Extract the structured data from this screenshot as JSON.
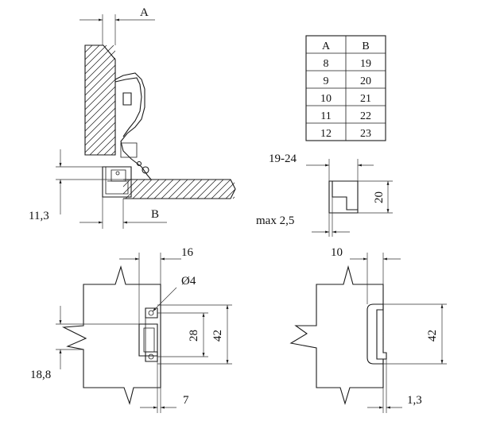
{
  "table": {
    "headers": [
      "A",
      "B"
    ],
    "rows": [
      [
        "8",
        "19"
      ],
      [
        "9",
        "20"
      ],
      [
        "10",
        "21"
      ],
      [
        "11",
        "22"
      ],
      [
        "12",
        "23"
      ]
    ]
  },
  "side_view": {
    "label_a": "A",
    "label_b": "B",
    "label_height": "11,3"
  },
  "plate_detail": {
    "label_width": "19-24",
    "label_height": "20",
    "label_thickness": "max 2,5"
  },
  "front_view": {
    "label_16": "16",
    "label_hole": "Ø4",
    "label_28": "28",
    "label_42": "42",
    "label_18_8": "18,8",
    "label_7": "7"
  },
  "slot_view": {
    "label_10": "10",
    "label_42": "42",
    "label_1_3": "1,3"
  }
}
